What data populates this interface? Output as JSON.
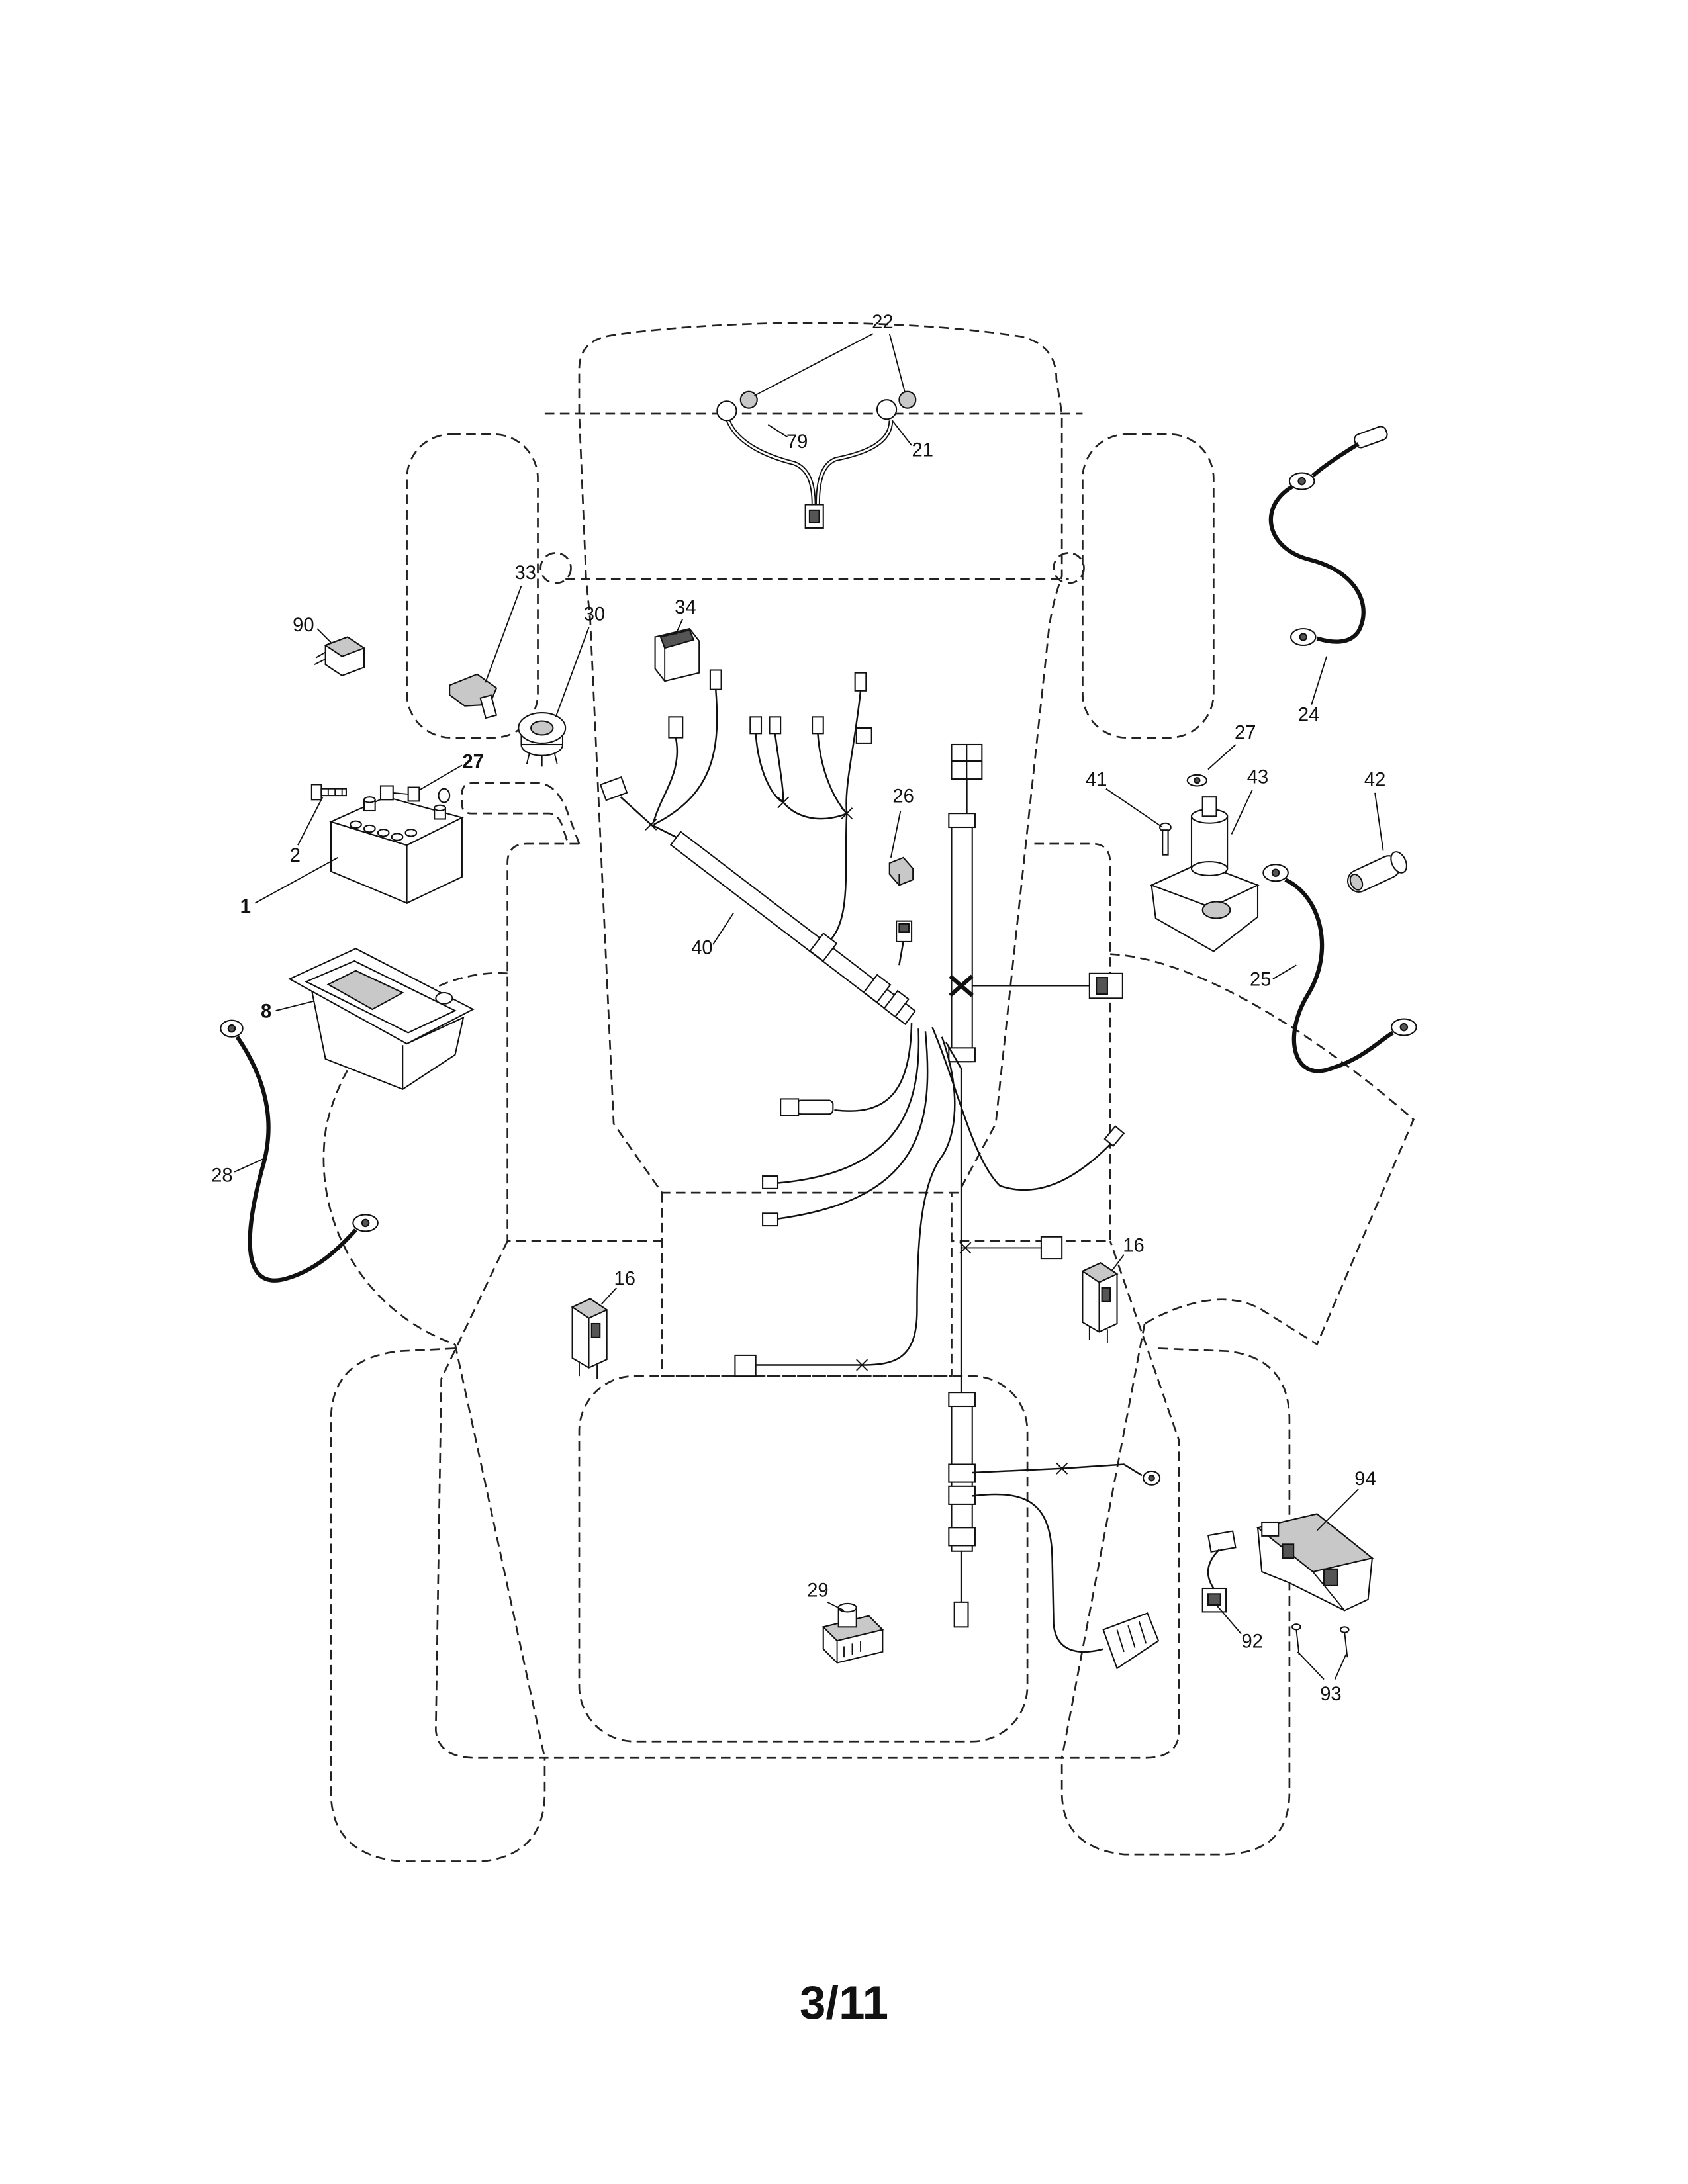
{
  "callouts": [
    "22",
    "79",
    "21",
    "33",
    "30",
    "34",
    "90",
    "27",
    "2",
    "1",
    "26",
    "40",
    "27",
    "41",
    "43",
    "42",
    "24",
    "25",
    "8",
    "28",
    "16",
    "16",
    "94",
    "92",
    "93",
    "29"
  ],
  "page_number": "3/11"
}
